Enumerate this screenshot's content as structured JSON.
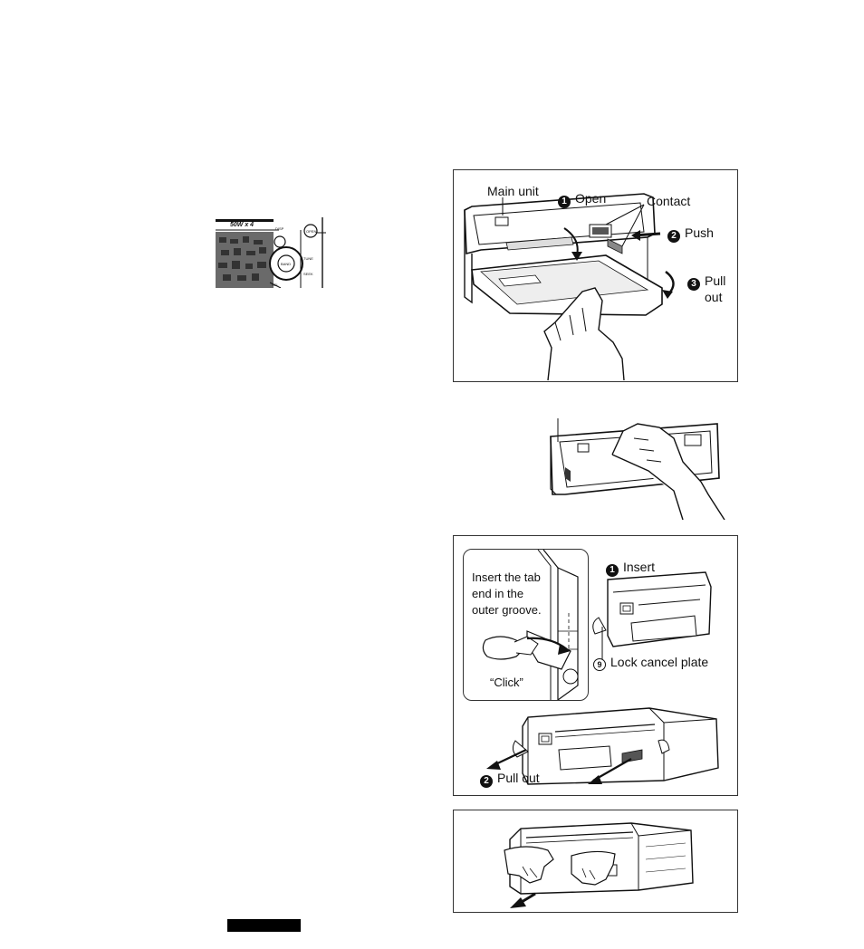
{
  "thumbnail": {
    "panel_text": "50W x 4",
    "buttons": [
      "DISP",
      "BAND",
      "TUNE",
      "SEEK",
      "SEL",
      "OPEN"
    ]
  },
  "figure_remove_faceplate": {
    "main_unit": "Main unit",
    "step1": "Open",
    "contact": "Contact",
    "step2": "Push",
    "step3_line1": "Pull",
    "step3_line2": "out",
    "step_numbers": [
      "1",
      "2",
      "3"
    ]
  },
  "figure_remove_unit": {
    "callout_line1": "Insert the tab",
    "callout_line2": "end in the",
    "callout_line3": "outer groove.",
    "click": "“Click”",
    "step1": "Insert",
    "lock_plate_number": "9",
    "lock_plate": "Lock cancel plate",
    "step2": "Pull out",
    "step_numbers": [
      "1",
      "2"
    ]
  }
}
